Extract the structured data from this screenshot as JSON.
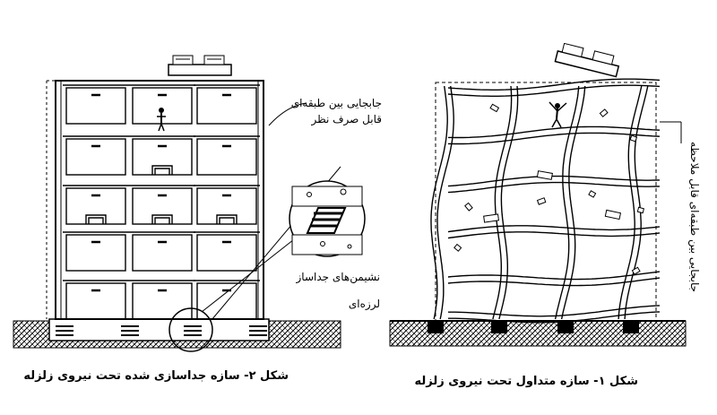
{
  "left_figure": {
    "label_drift_top": "جابجایی بین طبقه‌ای",
    "label_drift_bottom": "قابل صرف نظر",
    "label_isolator_top": "نشیمن‌های جداساز",
    "label_isolator_bottom": "لرزه‌ای",
    "caption": "شکل ۲- سازه جداسازی شده تحت نیروی زلزله"
  },
  "right_figure": {
    "label_drift": "جابجایی بین طبقه‌ای قابل ملاحظه",
    "caption": "شکل ۱- سازه متداول تحت نیروی زلزله"
  }
}
